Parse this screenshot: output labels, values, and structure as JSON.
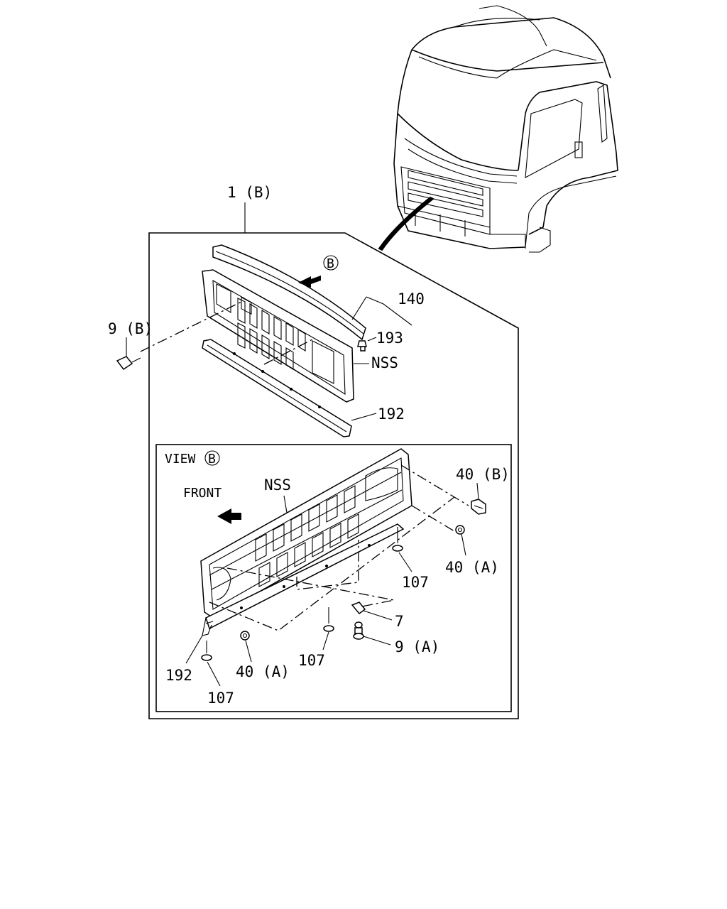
{
  "callouts": {
    "assembly": "1 (B)",
    "p140": "140",
    "p193": "193",
    "nss_top": "NSS",
    "p9b": "9 (B)",
    "p192_top": "192",
    "view_label": "VIEW",
    "view_marker": "B",
    "top_marker": "B",
    "front": "FRONT",
    "nss_view": "NSS",
    "p40b": "40 (B)",
    "p40a_right": "40 (A)",
    "p107_right": "107",
    "p7": "7",
    "p9a": "9 (A)",
    "p107_mid": "107",
    "p192_view": "192",
    "p40a_left": "40 (A)",
    "p107_left": "107"
  }
}
